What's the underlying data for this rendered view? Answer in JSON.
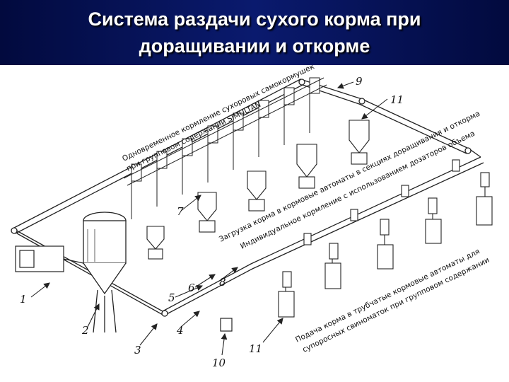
{
  "title": {
    "line1": "Система раздачи сухого корма при",
    "line2": "доращивании и откорме"
  },
  "diagram": {
    "captions": {
      "top": "Одновременное кормление сухоровых самокормушек",
      "top2": "при групповом содержании SIMULTAN",
      "middle1": "Загрузка корма в кормовые автоматы в секциях доращивания и откорма",
      "middle2": "Индивидуальное кормление с использованием дозаторов объема",
      "bottom1": "Подача корма в трубчатые кормовые автоматы для",
      "bottom2": "супоросных свиноматок при групповом содержании"
    },
    "labels": {
      "n1": "1",
      "n2": "2",
      "n3": "3",
      "n4": "4",
      "n5": "5",
      "n6": "6",
      "n7": "7",
      "n8": "8",
      "n9": "9",
      "n10": "10",
      "n11a": "11",
      "n11b": "11"
    }
  },
  "colors": {
    "title_bg": "#0a1a6e",
    "title_text": "#ffffff",
    "line": "#222222"
  }
}
